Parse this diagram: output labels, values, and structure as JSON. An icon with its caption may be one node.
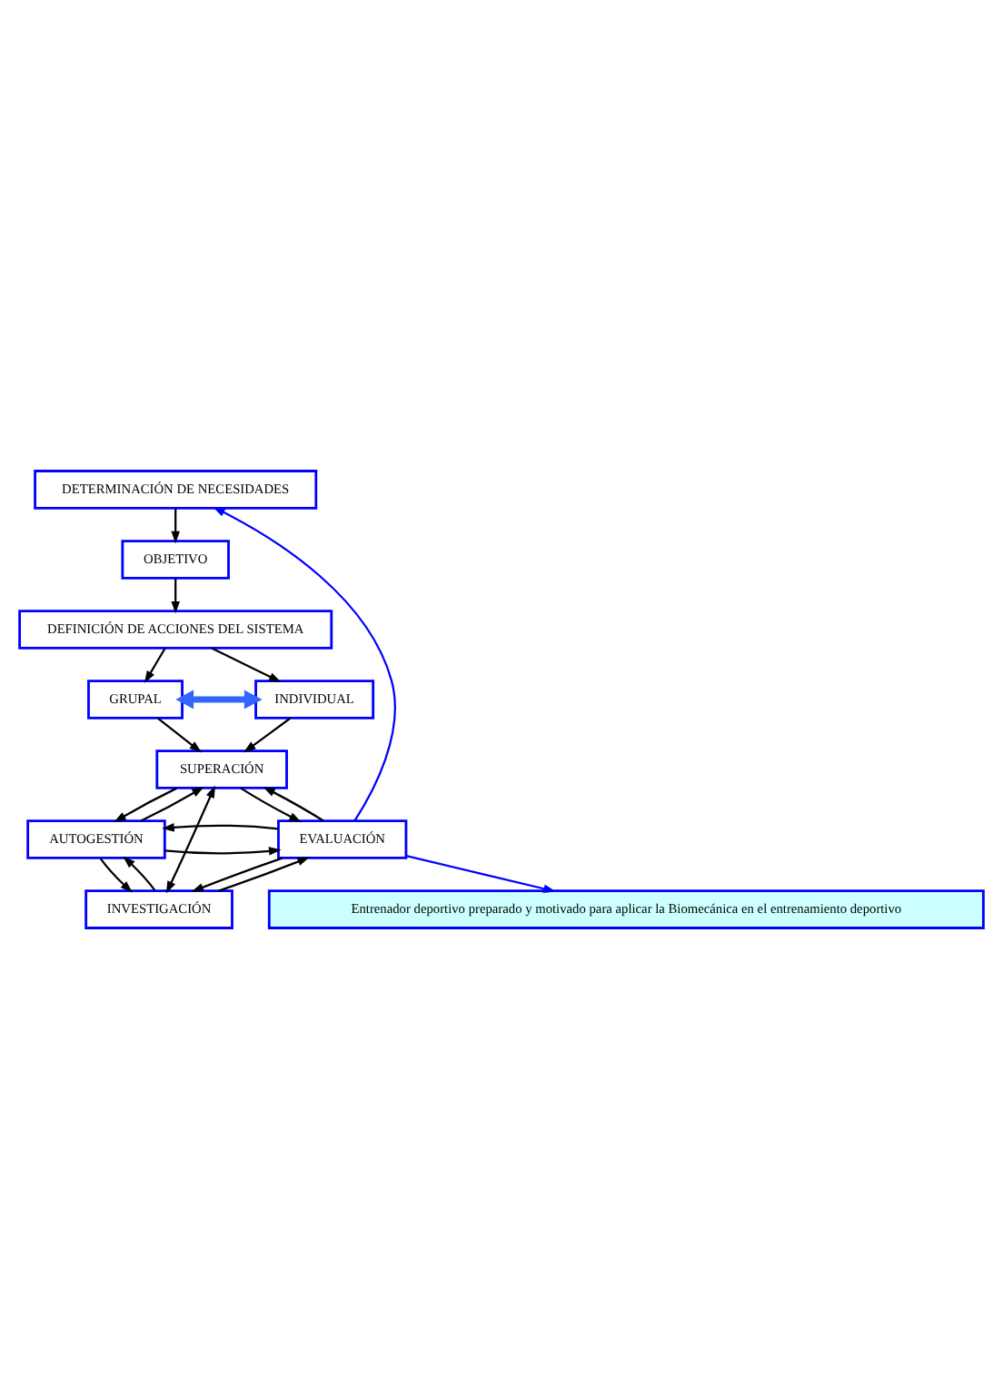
{
  "diagram": {
    "nodes": [
      {
        "text": [
          "DETERMINACIÓN DE NECESIDADES"
        ]
      },
      {
        "text": [
          "OBJETIVO"
        ]
      },
      {
        "text": [
          "DEFINICIÓN DE ACCIONES DEL SISTEMA"
        ]
      },
      {
        "text": [
          "GRUPAL"
        ]
      },
      {
        "text": [
          "INDIVIDUAL"
        ]
      },
      {
        "text": [
          "SUPERACIÓN"
        ]
      },
      {
        "text": [
          "AUTOGESTIÓN"
        ]
      },
      {
        "text": [
          "INVESTIGACIÓN"
        ]
      },
      {
        "text": [
          "EVALUACIÓN"
        ]
      },
      {
        "text": [
          "Entrenador deportivo preparado y motivado para aplicar la Biomecánica en el entrenamiento deportivo"
        ]
      }
    ],
    "edges": [
      {
        "from": 0,
        "to": 1,
        "arrow": "to"
      },
      {
        "from": 1,
        "to": 2,
        "arrow": "to"
      },
      {
        "from": 2,
        "to": 3,
        "arrow": "to"
      },
      {
        "from": 2,
        "to": 4,
        "arrow": "to"
      },
      {
        "from": 3,
        "to": 4,
        "arrow": "both",
        "style": "thick",
        "color": "#3366ff"
      },
      {
        "from": 3,
        "to": 5,
        "arrow": "to"
      },
      {
        "from": 4,
        "to": 5,
        "arrow": "to"
      },
      {
        "from": 5,
        "to": 6,
        "arrow": "to"
      },
      {
        "from": 6,
        "to": 5,
        "arrow": "to"
      },
      {
        "from": 6,
        "to": 7,
        "arrow": "to"
      },
      {
        "from": 7,
        "to": 6,
        "arrow": "to"
      },
      {
        "from": 5,
        "to": 7,
        "arrow": "both"
      },
      {
        "from": 5,
        "to": 8,
        "arrow": "to"
      },
      {
        "from": 8,
        "to": 5,
        "arrow": "to"
      },
      {
        "from": 6,
        "to": 8,
        "arrow": "to"
      },
      {
        "from": 8,
        "to": 6,
        "arrow": "to"
      },
      {
        "from": 7,
        "to": 8,
        "arrow": "to"
      },
      {
        "from": 8,
        "to": 7,
        "arrow": "to"
      },
      {
        "from": 8,
        "to": 9,
        "arrow": "to",
        "color": "#0000ff"
      },
      {
        "from": 8,
        "to": 0,
        "arrow": "to",
        "color": "#0000ff"
      }
    ]
  }
}
